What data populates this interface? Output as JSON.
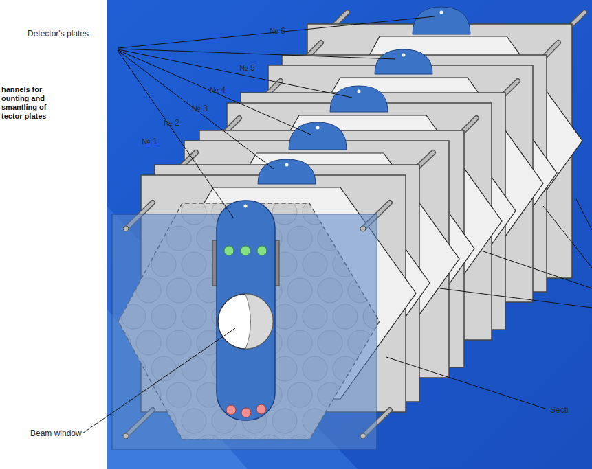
{
  "diagram": {
    "labels": [
      "Detector's plates",
      "hannels for ounting and smantling of tector plates",
      "№ 6",
      "№ 5",
      "№ 4",
      "№ 3",
      "№ 2",
      "№ 1",
      "Beam window",
      "Secti"
    ]
  }
}
